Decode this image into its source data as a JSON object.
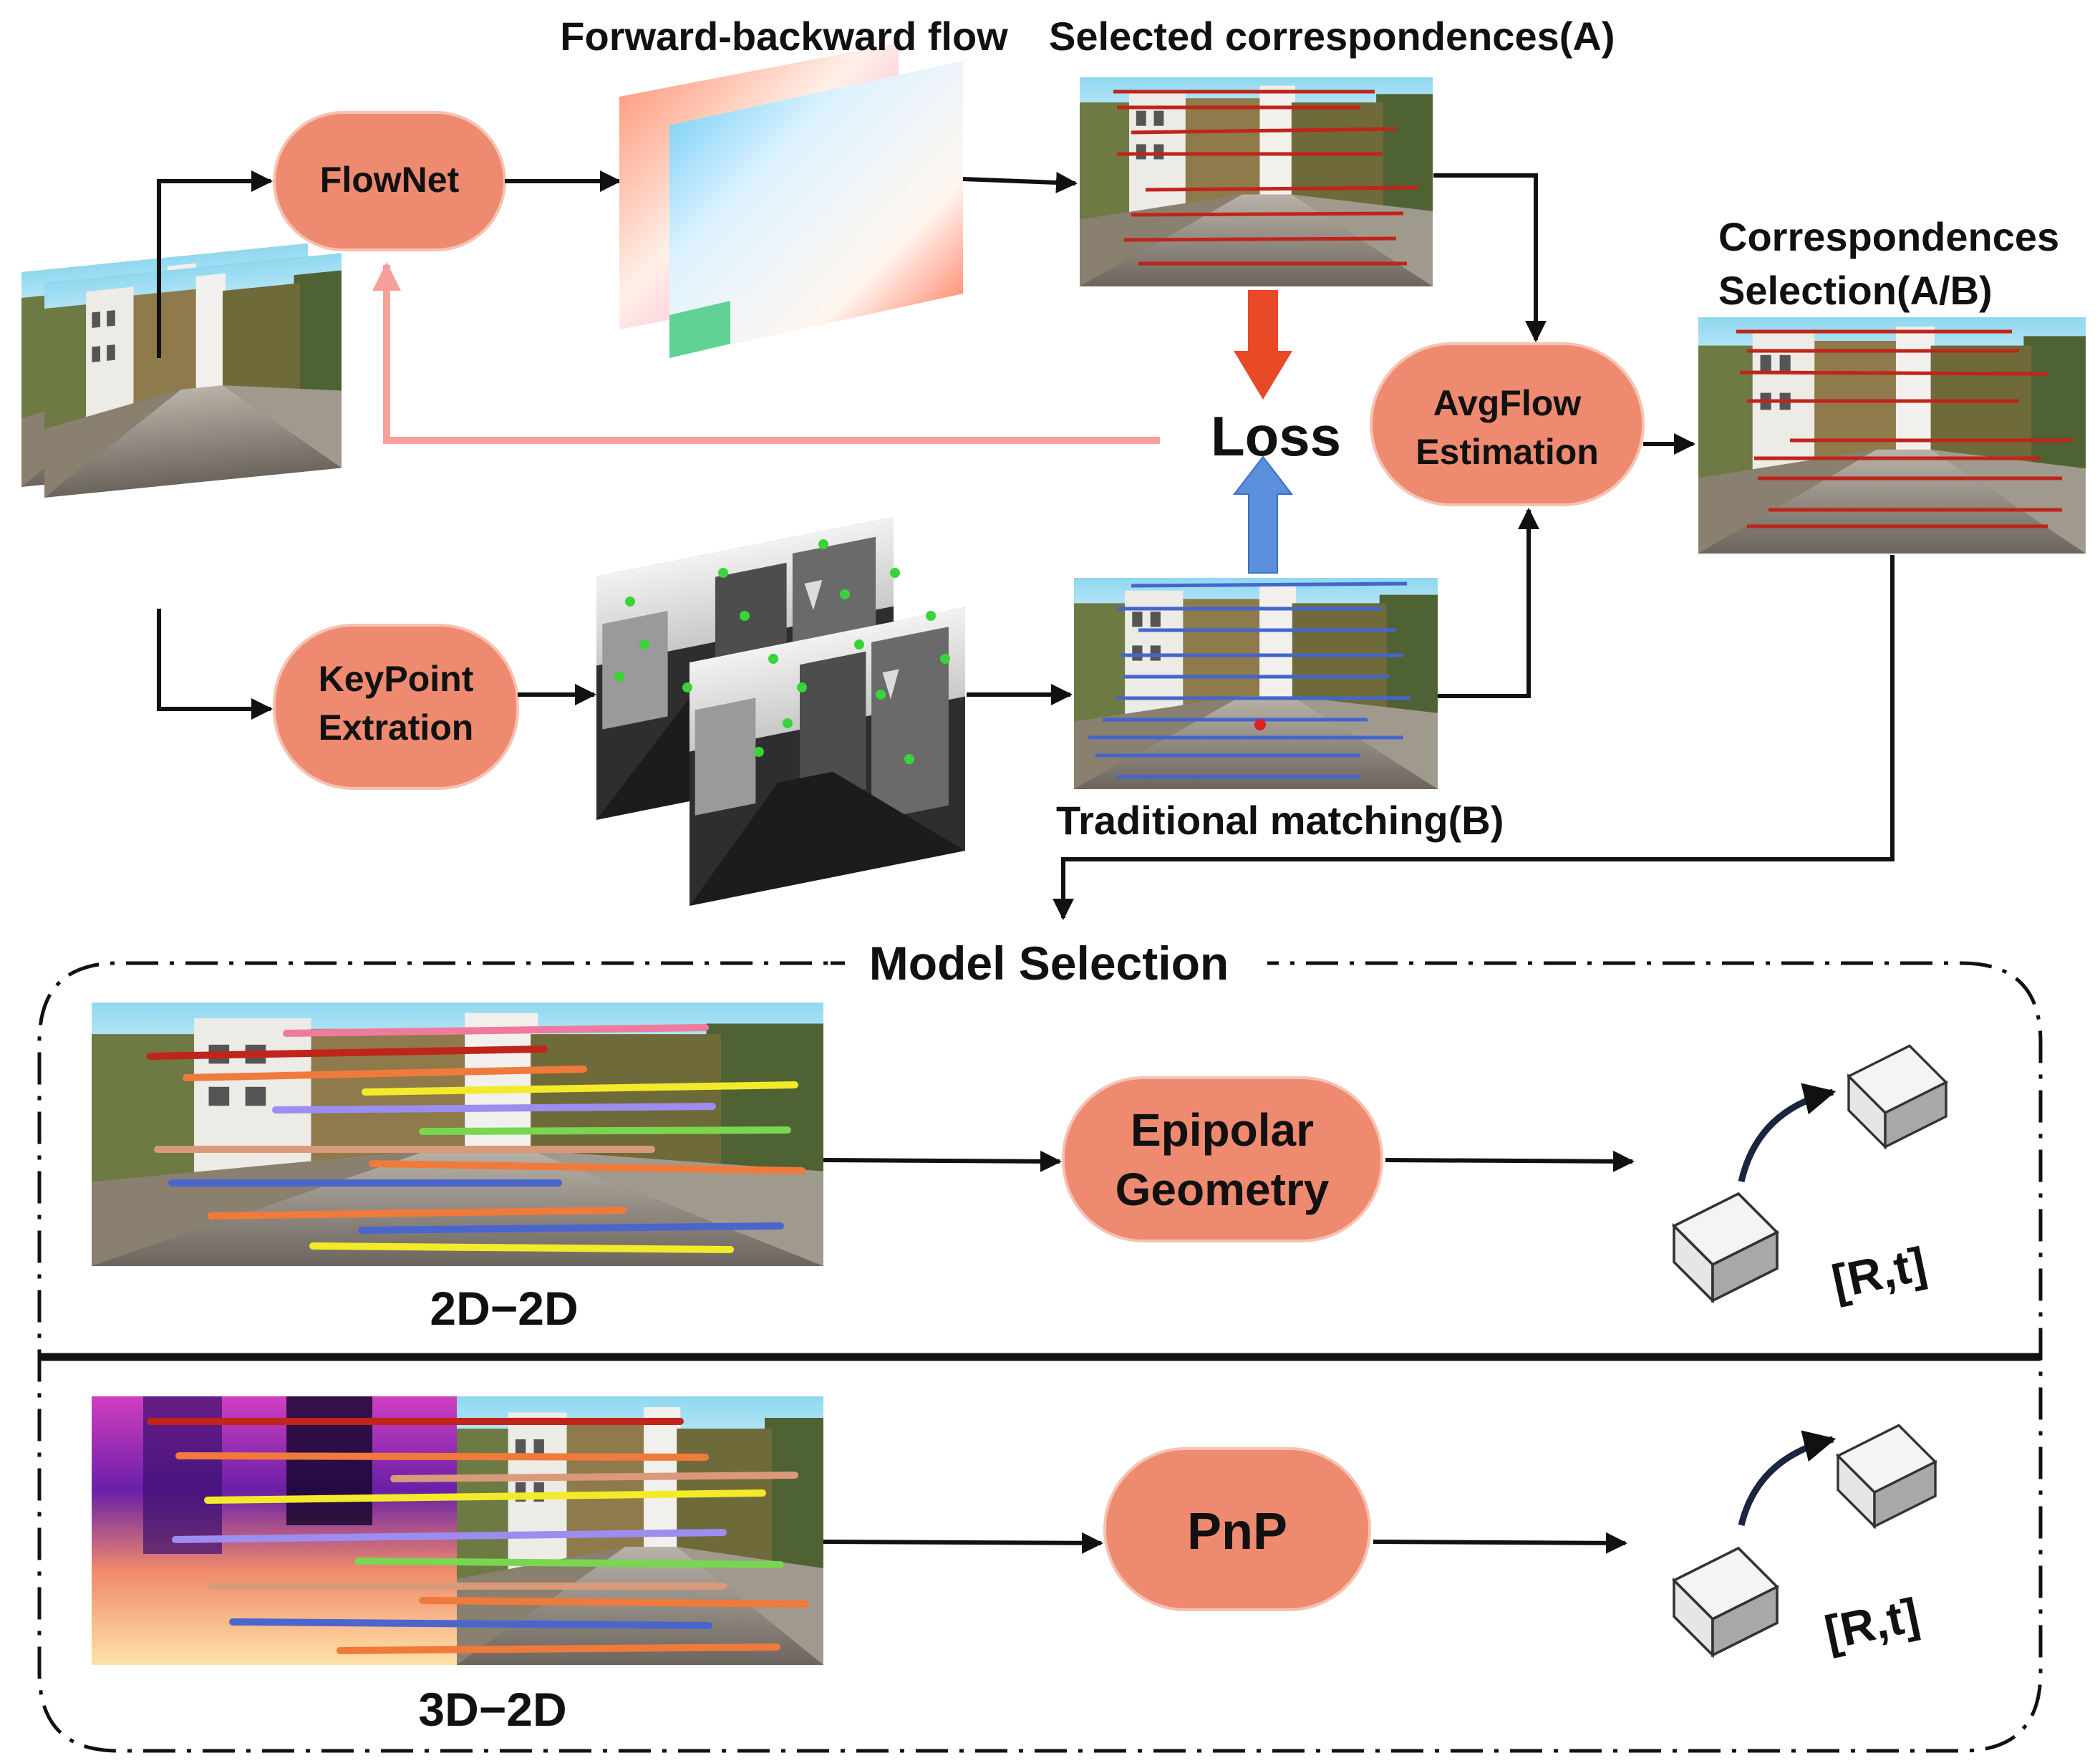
{
  "labels": {
    "forward_backward_flow": "Forward-backward flow",
    "selected_correspondences": "Selected correspondences(A)",
    "correspondences_selection_line1": "Correspondences",
    "correspondences_selection_line2": "Selection(A/B)",
    "traditional_matching": "Traditional matching(B)",
    "loss": "Loss",
    "model_selection": "Model  Selection",
    "two_d_two_d": "2D−2D",
    "three_d_two_d": "3D−2D",
    "rt_top": "[R,t]",
    "rt_bottom": "[R,t]"
  },
  "nodes": {
    "flownet": "FlowNet",
    "keypoint_line1": "KeyPoint",
    "keypoint_line2": "Extration",
    "avgflow_line1": "AvgFlow",
    "avgflow_line2": "Estimation",
    "epipolar_line1": "Epipolar",
    "epipolar_line2": "Geometry",
    "pnp": "PnP"
  },
  "colors": {
    "node_fill": "#ee8a70",
    "node_stroke": "#f6c2b2",
    "arrow": "#111111",
    "feedback_arrow": "#f7a09a",
    "loss_arrow_red": "#e84a28",
    "loss_arrow_blue": "#5b8fdc",
    "match_red": "#c0241a",
    "match_blue": "#4466cc"
  },
  "icons": {
    "street_photo": "road-scene-image",
    "flow_map": "optical-flow-image",
    "depth_map": "depth-map-image",
    "pose_cubes": "camera-pose-cubes-icon"
  }
}
